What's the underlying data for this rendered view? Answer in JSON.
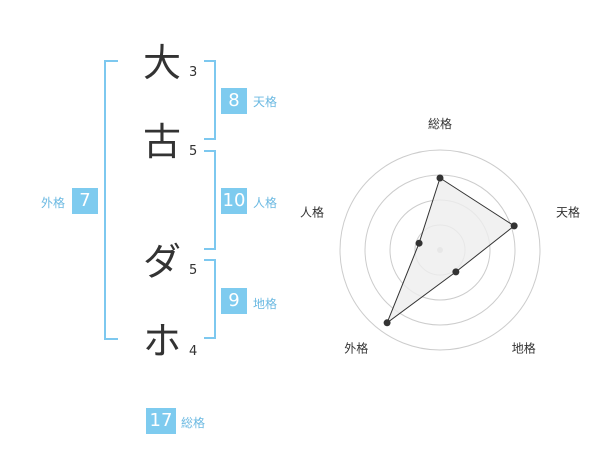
{
  "name": {
    "chars": [
      {
        "char": "大",
        "strokes": "3"
      },
      {
        "char": "古",
        "strokes": "5"
      },
      {
        "char": "ダ",
        "strokes": "5"
      },
      {
        "char": "ホ",
        "strokes": "4"
      }
    ]
  },
  "fortunes": {
    "ten": {
      "label": "天格",
      "value": "8"
    },
    "jin": {
      "label": "人格",
      "value": "10"
    },
    "chi": {
      "label": "地格",
      "value": "9"
    },
    "gai": {
      "label": "外格",
      "value": "7"
    },
    "sou": {
      "label": "総格",
      "value": "17"
    }
  },
  "colors": {
    "accent": "#7ecbef",
    "accent_text": "#6bb9e2",
    "ring": "#cccccc",
    "fill": "#eeeeee"
  },
  "chart_data": {
    "type": "radar",
    "axes": [
      "総格",
      "天格",
      "地格",
      "外格",
      "人格"
    ],
    "values": [
      0.72,
      0.78,
      0.27,
      0.9,
      0.22
    ],
    "rings": 4,
    "range": [
      0,
      1
    ]
  }
}
